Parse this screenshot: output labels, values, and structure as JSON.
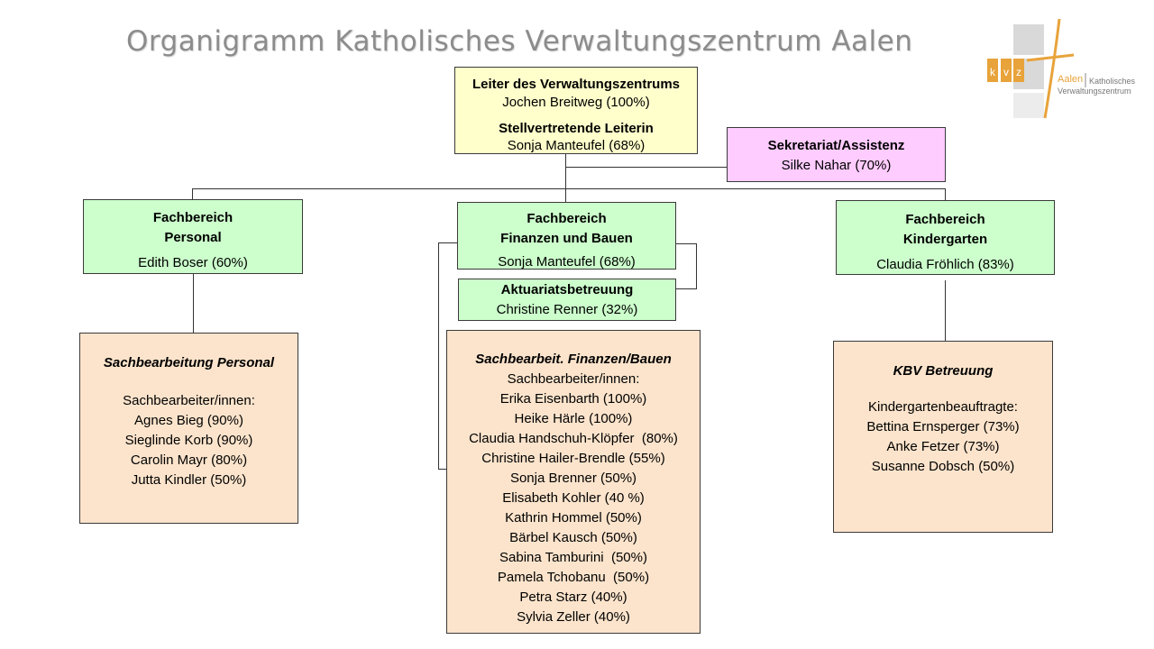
{
  "title": "Organigramm Katholisches Verwaltungszentrum Aalen",
  "logo": {
    "letters": [
      "k",
      "v",
      "z"
    ],
    "city": "Aalen",
    "line1": "Katholisches",
    "line2": "Verwaltungszentrum",
    "accent": "#e8a33a"
  },
  "leitung": {
    "heading": "Leiter des Verwaltungszentrums",
    "name": "Jochen Breitweg (100%)",
    "heading2": "Stellvertretende Leiterin",
    "name2": "Sonja Manteufel (68%)"
  },
  "sekretariat": {
    "heading": "Sekretariat/Assistenz",
    "name": "Silke Nahar (70%)"
  },
  "personal": {
    "heading1": "Fachbereich",
    "heading2": "Personal",
    "name": "Edith Boser (60%)"
  },
  "finanzen": {
    "heading1": "Fachbereich",
    "heading2": "Finanzen und Bauen",
    "name": "Sonja Manteufel (68%)"
  },
  "kindergarten": {
    "heading1": "Fachbereich",
    "heading2": "Kindergarten",
    "name": "Claudia Fröhlich (83%)"
  },
  "aktuariat": {
    "heading": "Aktuariatsbetreuung",
    "name": "Christine Renner (32%)"
  },
  "sb_personal": {
    "heading": "Sachbearbeitung Personal",
    "subheading": "Sachbearbeiter/innen:",
    "members": [
      "Agnes Bieg (90%)",
      "Sieglinde Korb (90%)",
      "Carolin Mayr (80%)",
      "Jutta Kindler (50%)"
    ]
  },
  "sb_finanzen": {
    "heading": "Sachbearbeit. Finanzen/Bauen",
    "subheading": "Sachbearbeiter/innen:",
    "members": [
      "Erika Eisenbarth (100%)",
      "Heike Härle (100%)",
      "Claudia Handschuh-Klöpfer  (80%)",
      "Christine Hailer-Brendle (55%)",
      "Sonja Brenner (50%)",
      "Elisabeth Kohler (40 %)",
      "Kathrin Hommel (50%)",
      "Bärbel Kausch (50%)",
      "Sabina Tamburini  (50%)",
      "Pamela Tchobanu  (50%)",
      "Petra Starz (40%)",
      "Sylvia Zeller (40%)"
    ]
  },
  "kbv": {
    "heading": "KBV Betreuung",
    "subheading": "Kindergartenbeauftragte:",
    "members": [
      "Bettina Ernsperger (73%)",
      "Anke Fetzer (73%)",
      "Susanne Dobsch (50%)"
    ]
  },
  "colors": {
    "leitung": "#ffffcc",
    "sekretariat": "#ffccff",
    "fachbereich": "#ccffcc",
    "sachbearbeitung": "#fce4cc",
    "title": "#8c8c8c"
  }
}
